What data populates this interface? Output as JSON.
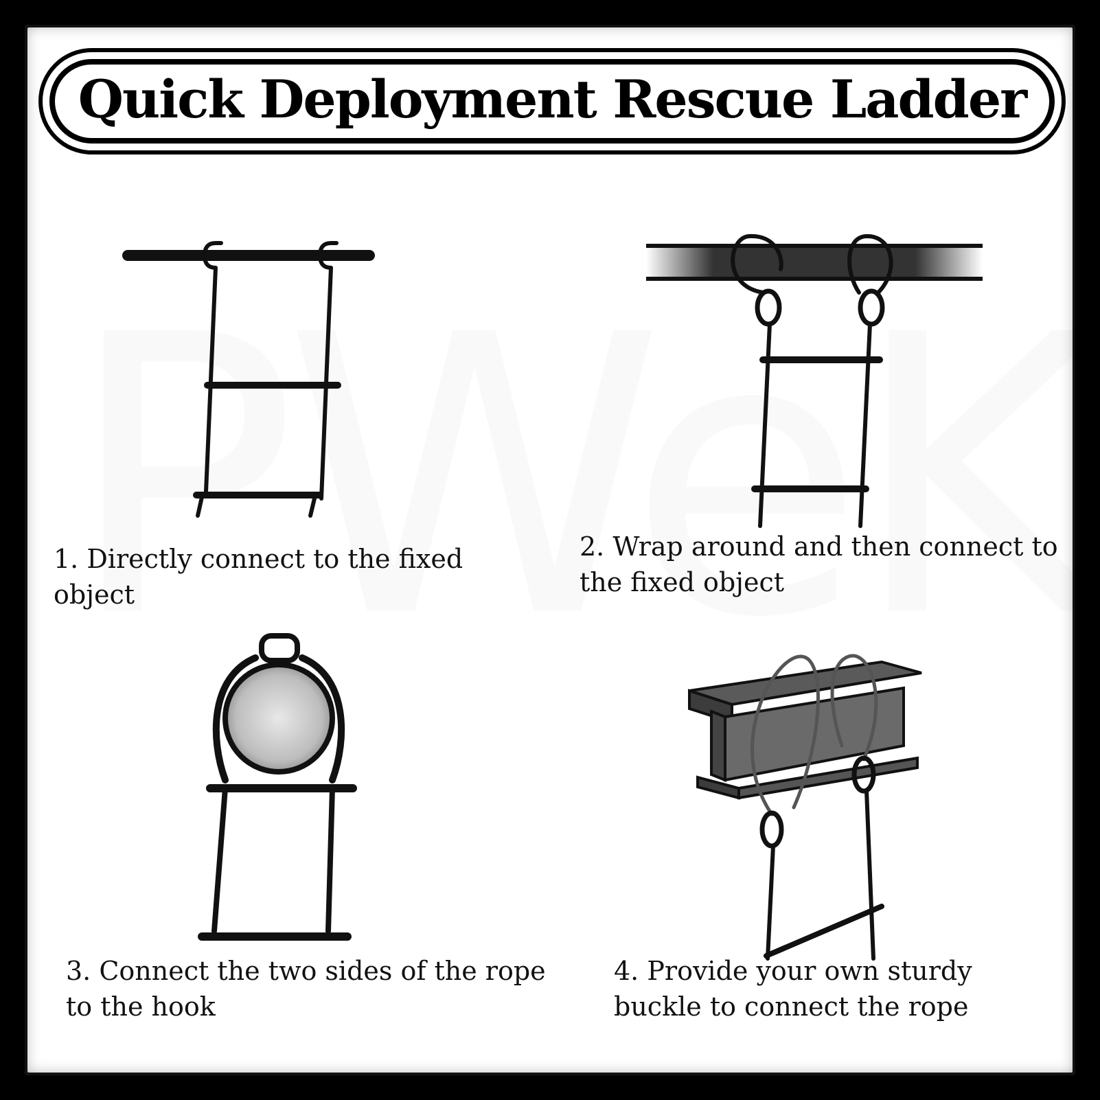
{
  "title": "Quick Deployment Rescue Ladder",
  "watermark": "PWeKZxt",
  "steps": [
    {
      "caption": "1. Directly connect to the fixed object"
    },
    {
      "caption": "2. Wrap around and then connect to the fixed object"
    },
    {
      "caption": "3. Connect the two sides of the rope to the hook"
    },
    {
      "caption": "4. Provide your own sturdy buckle to connect the rope"
    }
  ]
}
